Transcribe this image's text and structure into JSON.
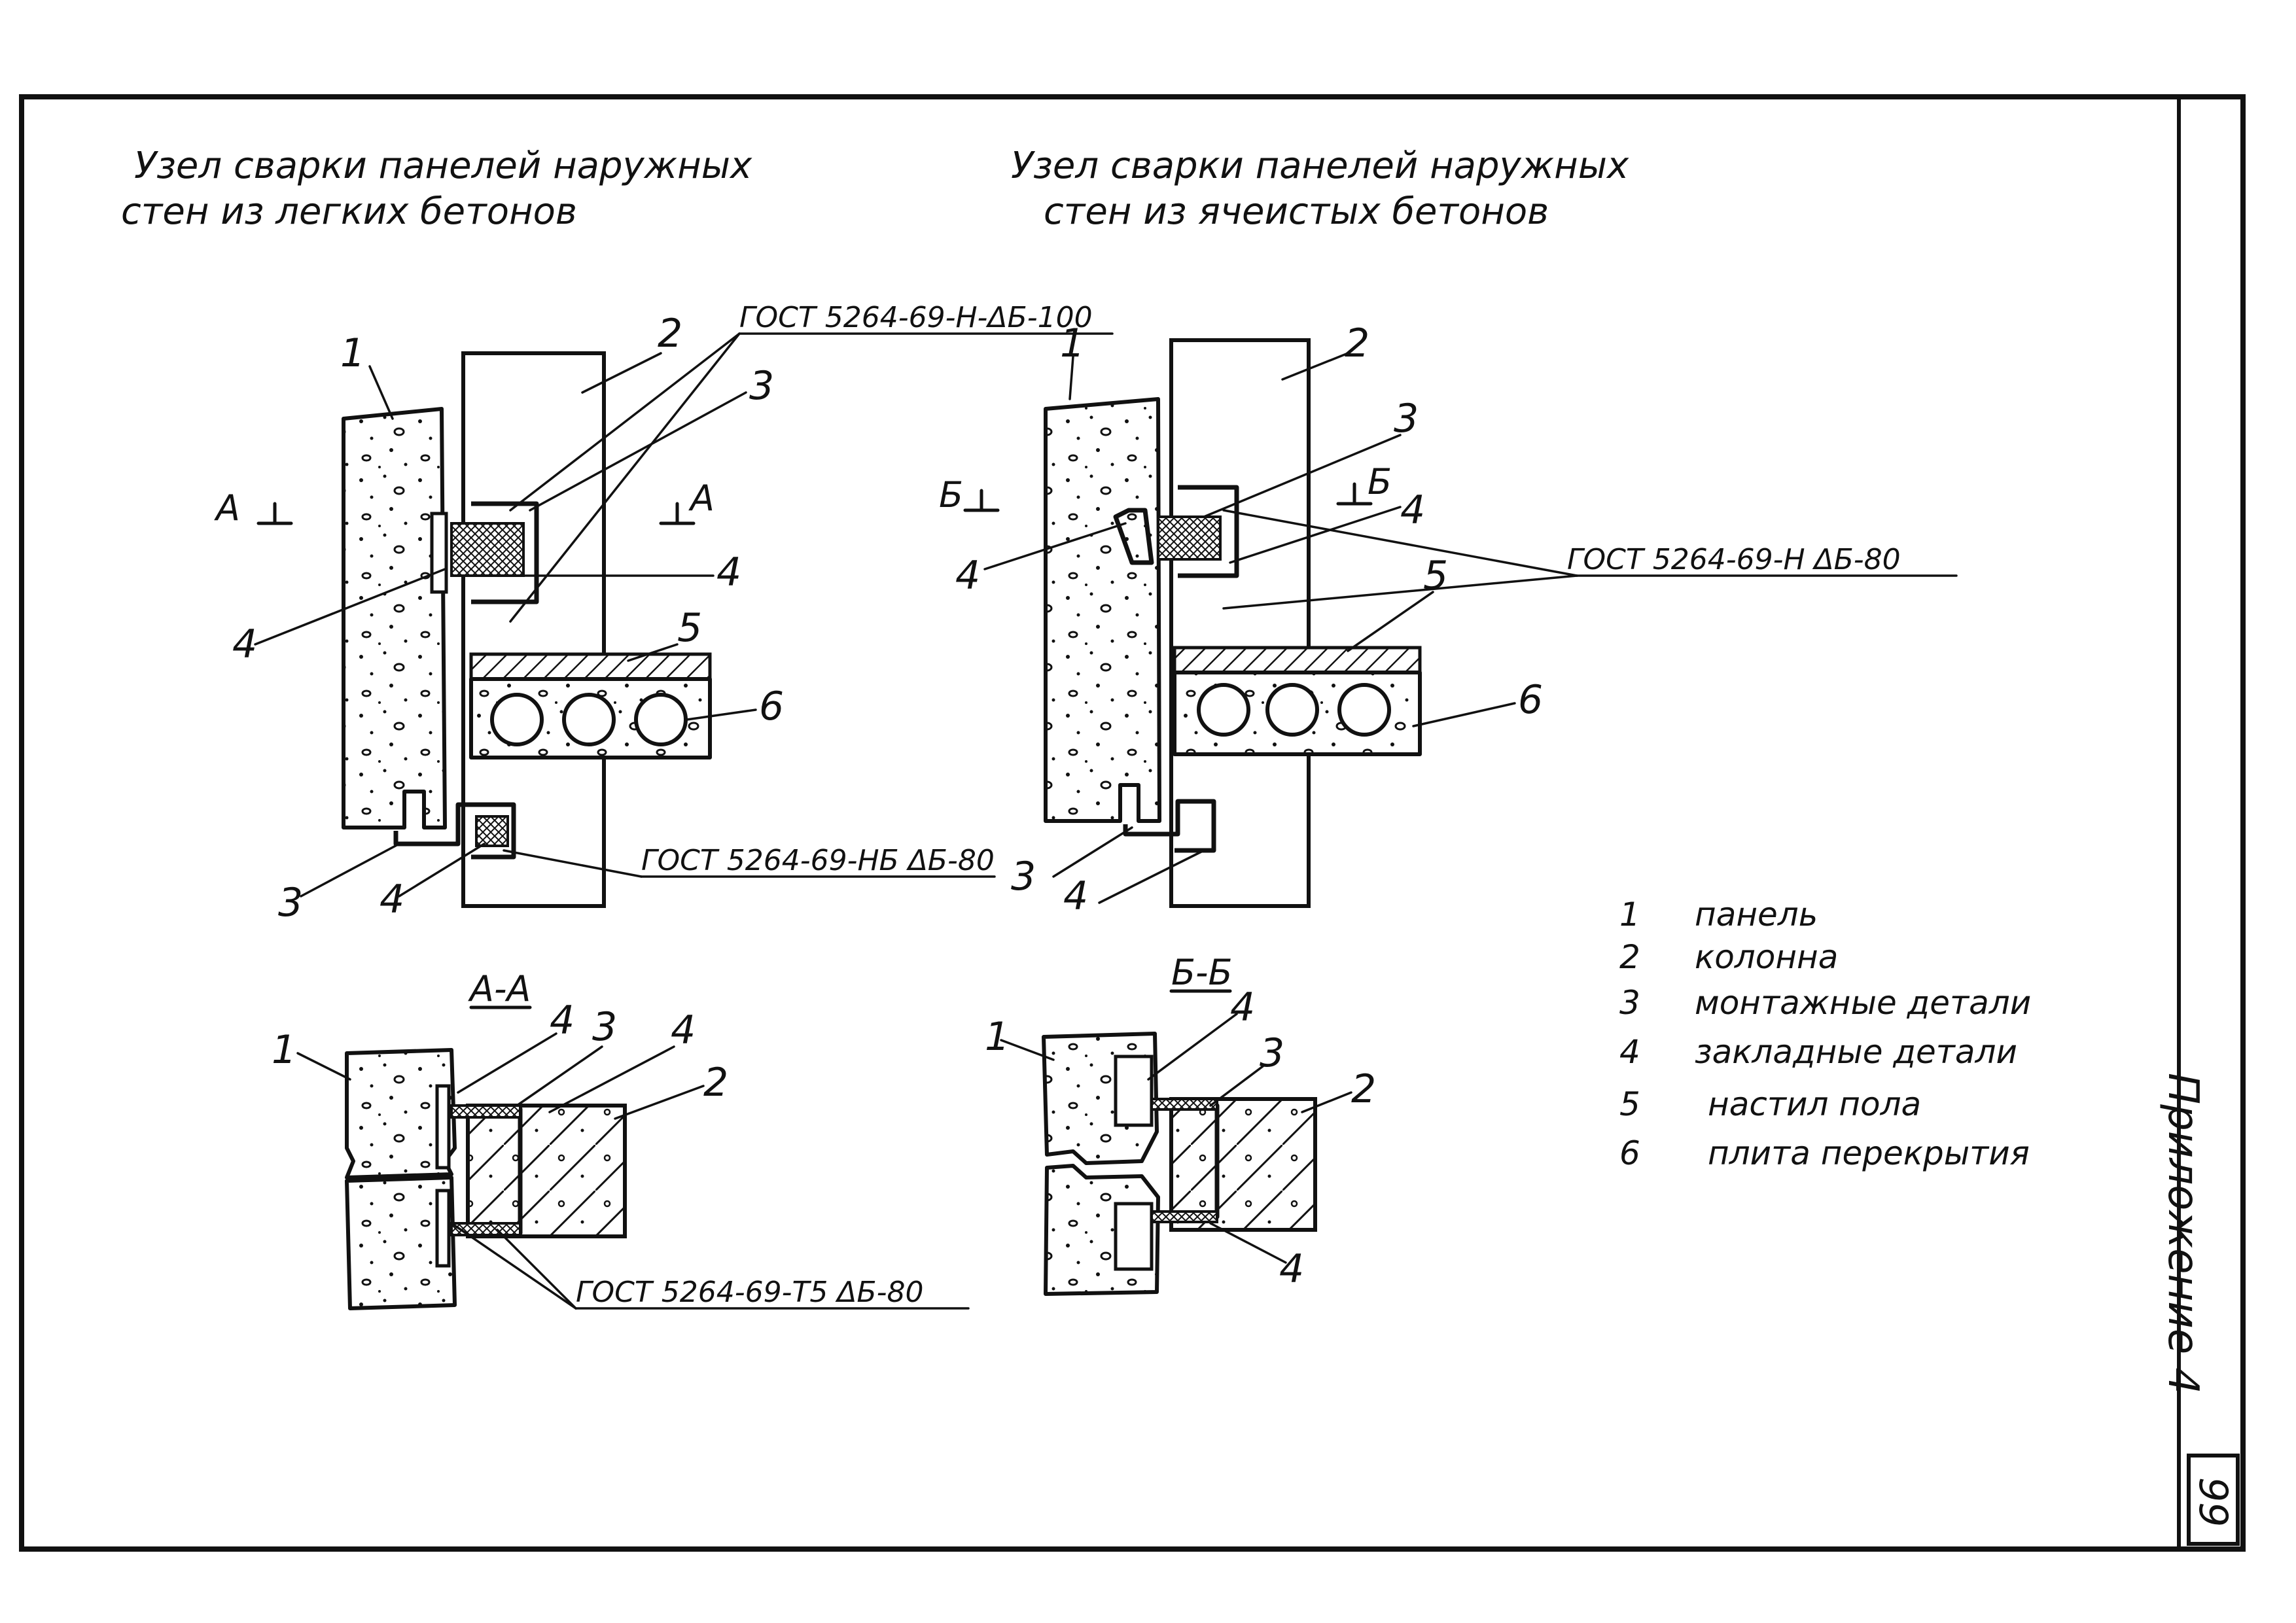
{
  "titles": {
    "left_line1": "Узел сварки панелей наружных",
    "left_line2": "стен из легких бетонов",
    "right_line1": "Узел сварки панелей наружных",
    "right_line2": "стен из ячеистых бетонов"
  },
  "weld_notes": {
    "left_top": "ГОСТ 5264-69-Н-ΔБ-100",
    "left_bottom": "ГОСТ 5264-69-НБ ΔБ-80",
    "right": "ГОСТ 5264-69-Н ΔБ-80",
    "section_aa": "ГОСТ 5264-69-Т5 ΔБ-80"
  },
  "section_marks": {
    "a_left": "А",
    "a_right": "А",
    "b_left": "Б",
    "b_right": "Б",
    "aa_title": "А-А",
    "bb_title": "Б-Б"
  },
  "callouts": {
    "n1": "1",
    "n2": "2",
    "n3": "3",
    "n4": "4",
    "n5": "5",
    "n6": "6"
  },
  "legend": [
    {
      "num": "1",
      "text": "панель"
    },
    {
      "num": "2",
      "text": "колонна"
    },
    {
      "num": "3",
      "text": "монтажные детали"
    },
    {
      "num": "4",
      "text": "закладные детали"
    },
    {
      "num": "5",
      "text": "настил пола"
    },
    {
      "num": "6",
      "text": "плита перекрытия"
    }
  ],
  "side_title": "Приложение 4",
  "page_number": "99"
}
